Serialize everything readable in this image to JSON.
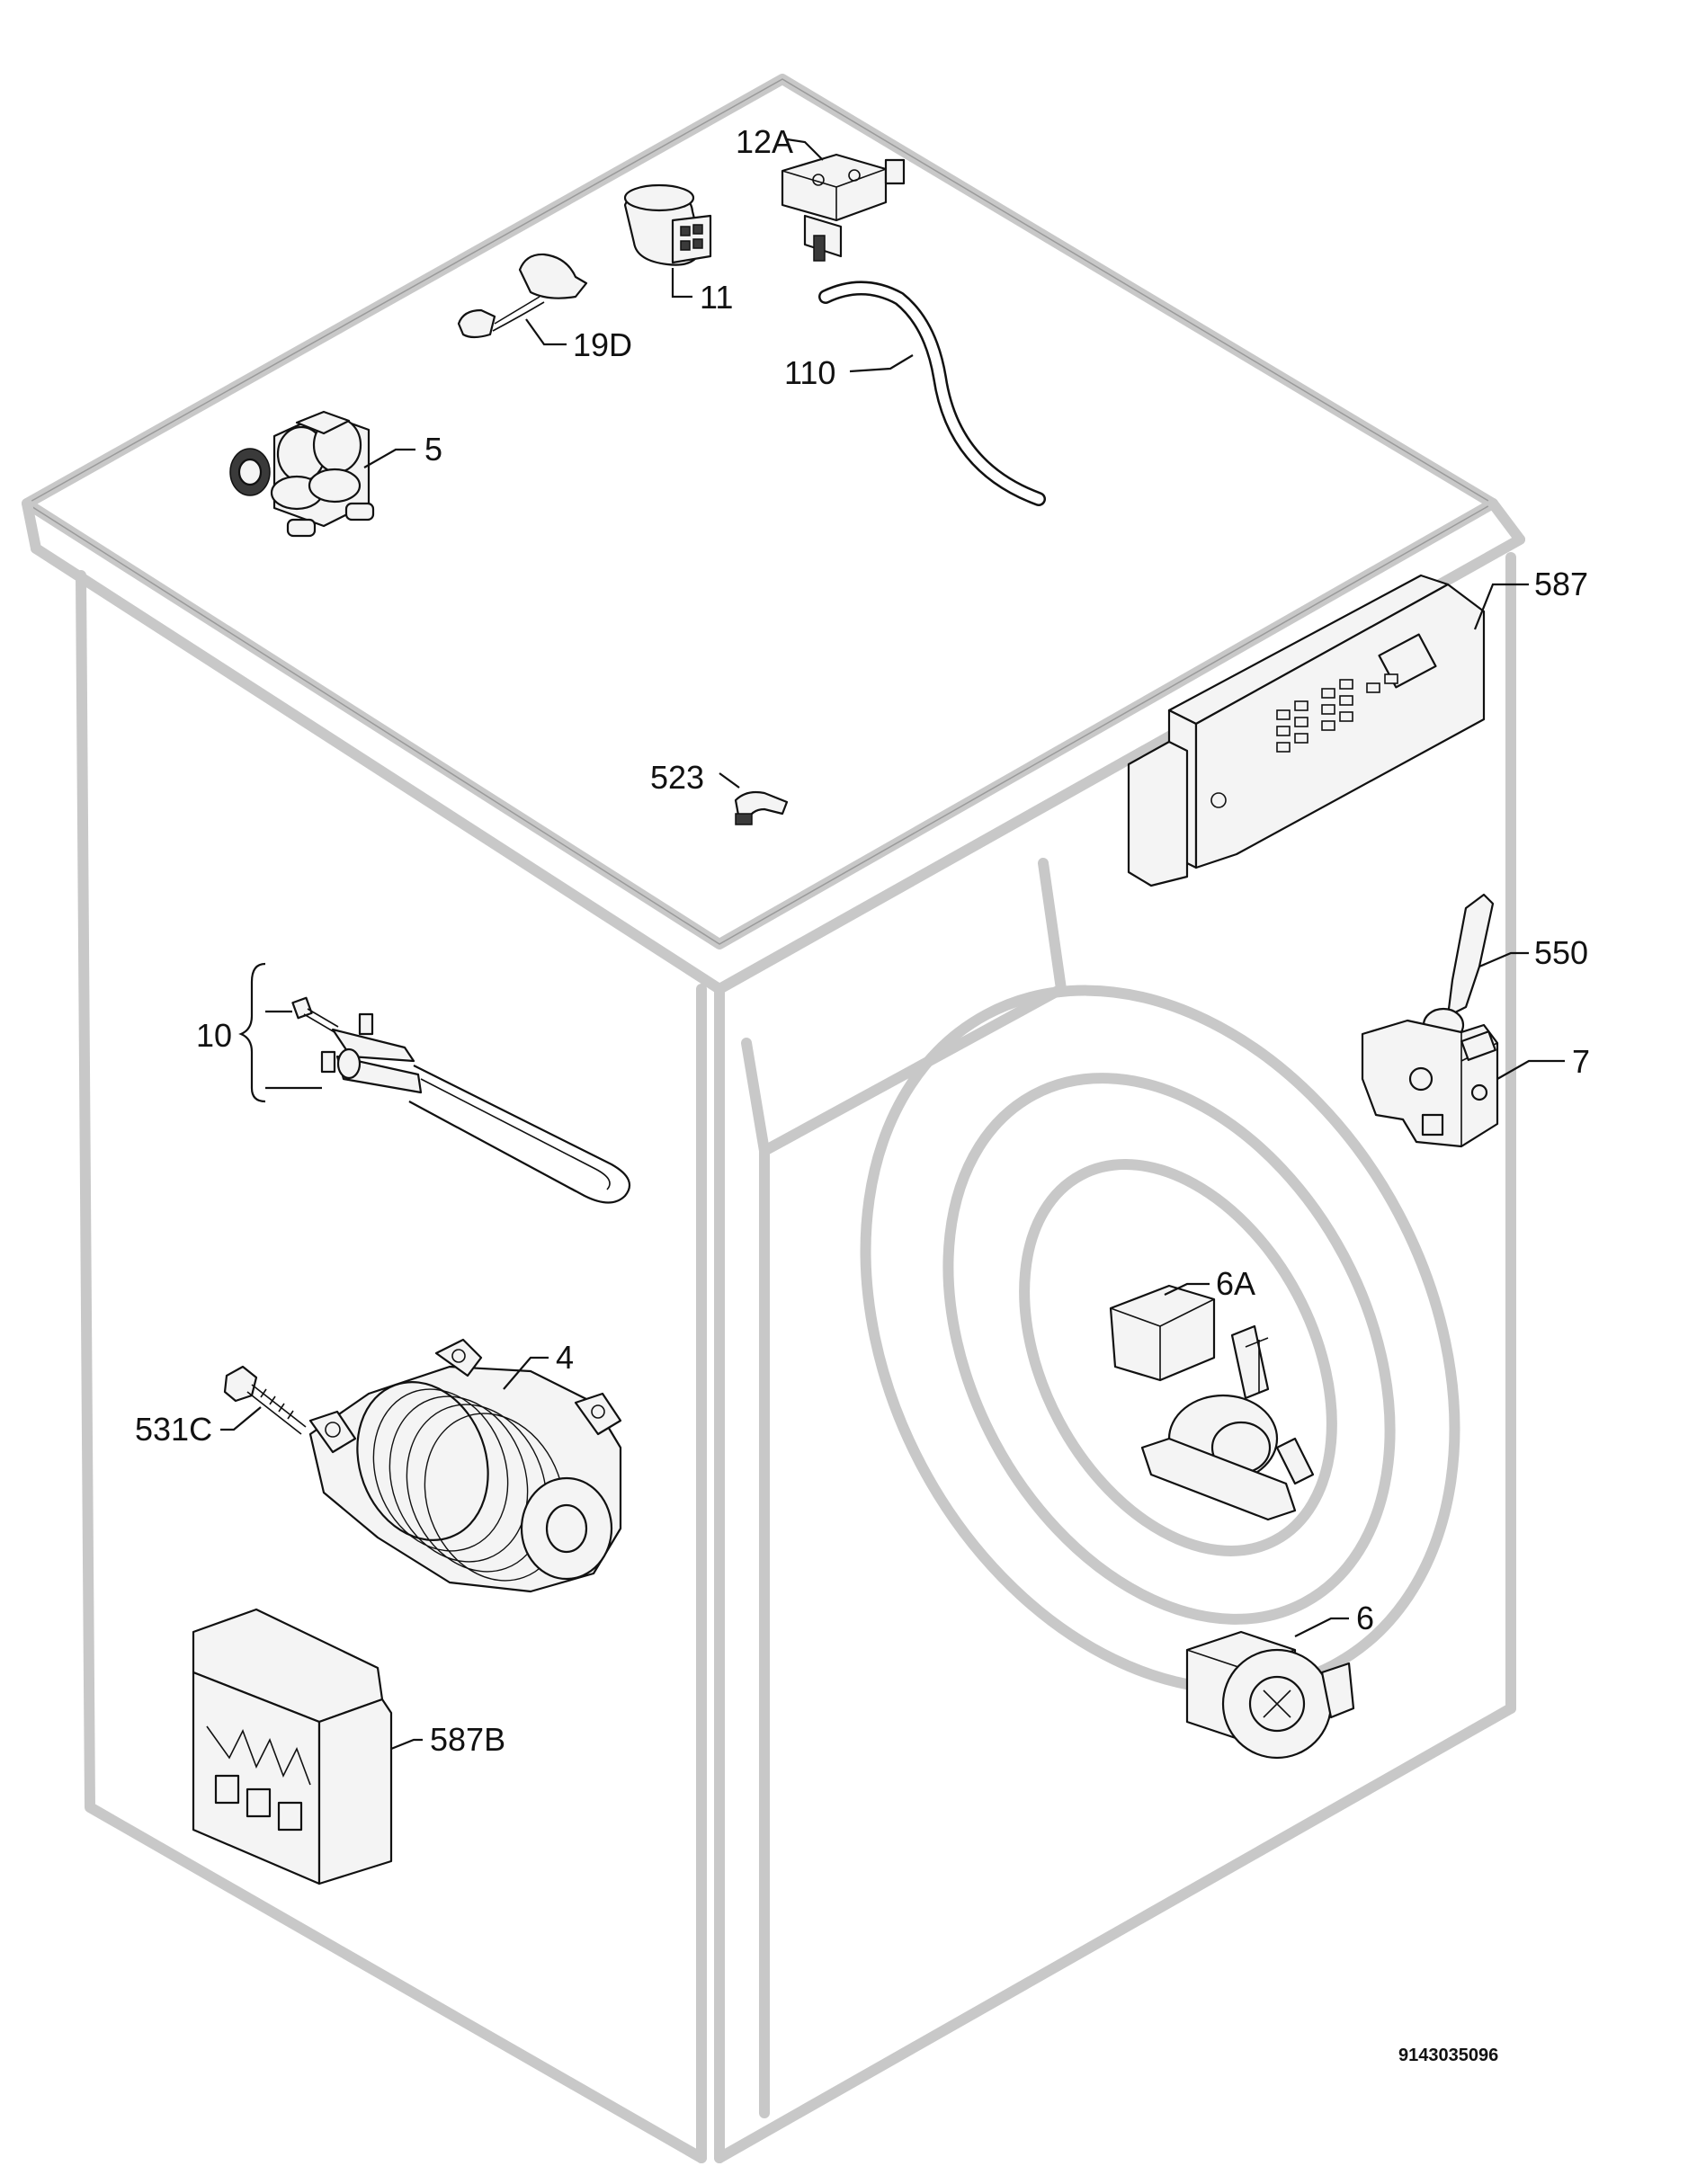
{
  "drawing_code": "9143035096",
  "labels": {
    "valve": "5",
    "suppressor": "19D",
    "capacitor": "11",
    "pressure_switch": "12A",
    "hose": "110",
    "control_board": "587",
    "clip": "523",
    "heater": "10",
    "door_lever": "550",
    "door_lock": "7",
    "motor": "4",
    "screw": "531C",
    "pump_6a": "6A",
    "pump_6": "6",
    "motor_board": "587B"
  }
}
